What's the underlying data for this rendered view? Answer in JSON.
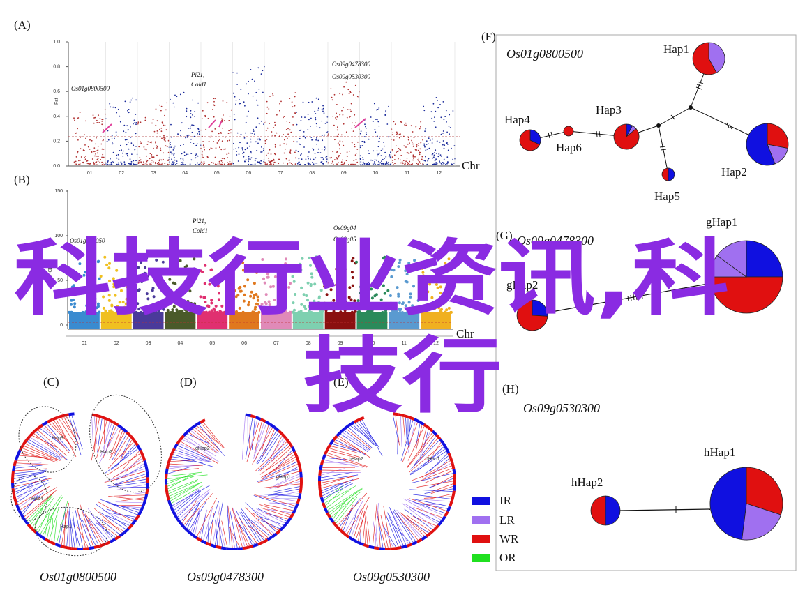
{
  "panels": {
    "A": {
      "tag": "(A)",
      "ylabel": "Fst",
      "yticks": [
        "0.0",
        "0.2",
        "0.4",
        "0.6",
        "0.8",
        "1.0"
      ],
      "chr_ticks": [
        "01",
        "02",
        "03",
        "04",
        "05",
        "06",
        "07",
        "08",
        "09",
        "10",
        "11",
        "12"
      ],
      "axis_end_label": "Chr",
      "gene_labels": [
        "Os01g0800500",
        "Pi21,",
        "Cold1",
        "Os09g0478300",
        "Os09g0530300"
      ]
    },
    "B": {
      "tag": "(B)",
      "ylabel": "XPCLR",
      "yticks": [
        "0",
        "50",
        "100",
        "150"
      ],
      "chr_ticks": [
        "01",
        "02",
        "03",
        "04",
        "05",
        "06",
        "07",
        "08",
        "09",
        "10",
        "11",
        "12"
      ],
      "axis_end_label": "Chr",
      "gene_labels": [
        "Os01g080050",
        "Pi21,",
        "Cold1",
        "Os09g04",
        "Os09g05"
      ]
    },
    "C": {
      "tag": "(C)",
      "caption": "Os01g0800500",
      "clusters": [
        "Hap3",
        "Hap2",
        "Hap4",
        "Hap1"
      ]
    },
    "D": {
      "tag": "(D)",
      "caption": "Os09g0478300",
      "clusters": [
        "gHap2",
        "gHap1"
      ]
    },
    "E": {
      "tag": "(E)",
      "caption": "Os09g0530300",
      "clusters": [
        "hHap2",
        "hHap1"
      ]
    },
    "F": {
      "tag": "(F)",
      "title": "Os01g0800500",
      "haps": [
        "Hap1",
        "Hap2",
        "Hap3",
        "Hap4",
        "Hap5",
        "Hap6"
      ]
    },
    "G": {
      "tag": "(G)",
      "title": "Os09g0478300",
      "haps": [
        "gHap1",
        "gHap2"
      ]
    },
    "H": {
      "tag": "(H)",
      "title": "Os09g0530300",
      "haps": [
        "hHap1",
        "hHap2"
      ]
    }
  },
  "legend": [
    {
      "label": "IR",
      "color": "#1010e0"
    },
    {
      "label": "LR",
      "color": "#a070f0"
    },
    {
      "label": "WR",
      "color": "#e01010"
    },
    {
      "label": "OR",
      "color": "#20e020"
    }
  ],
  "watermark": {
    "line1": "科技行业资讯,科",
    "line2": "技行"
  },
  "colors": {
    "red": "#e01010",
    "blue": "#1010e0",
    "purple": "#a070f0",
    "green": "#20e020",
    "wm": "#8a2be2"
  }
}
